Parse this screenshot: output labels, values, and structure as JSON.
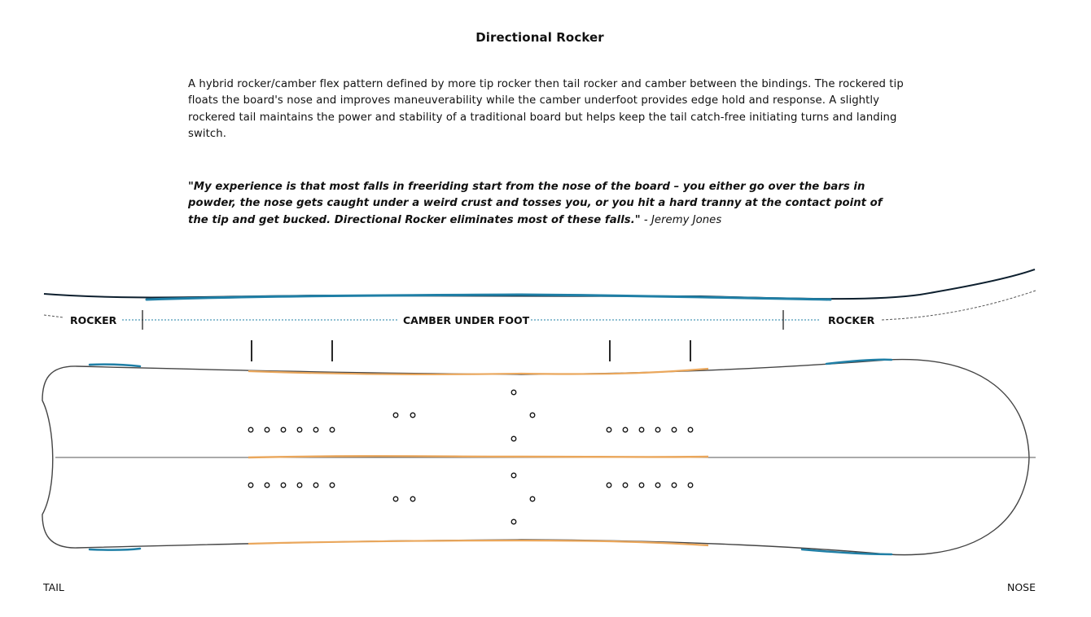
{
  "title": "Directional Rocker",
  "description": "A hybrid rocker/camber flex pattern defined by more tip rocker then tail rocker and camber between the bindings. The rockered tip floats the board's nose and improves maneuverability while the camber underfoot provides edge hold and response. A slightly rockered tail maintains the power and stability of a traditional board but helps keep the tail catch-free initiating turns and landing switch.",
  "quote": {
    "text": "\"My experience is that most falls in freeriding start from the nose of the board – you either go over the bars in powder, the nose gets caught under a weird crust and tosses you, or you hit a hard tranny at the contact point of the tip and get bucked. Directional Rocker eliminates most of these falls.\"",
    "author": " - Jeremy Jones"
  },
  "profile_labels": {
    "left": "ROCKER",
    "center": "CAMBER UNDER FOOT",
    "right": "ROCKER"
  },
  "board_ends": {
    "tail": "TAIL",
    "nose": "NOSE"
  },
  "colors": {
    "edge_blue": "#1f7fa6",
    "highlight_orange": "#eaa75c",
    "outline": "#444444",
    "dash": "#555555"
  }
}
